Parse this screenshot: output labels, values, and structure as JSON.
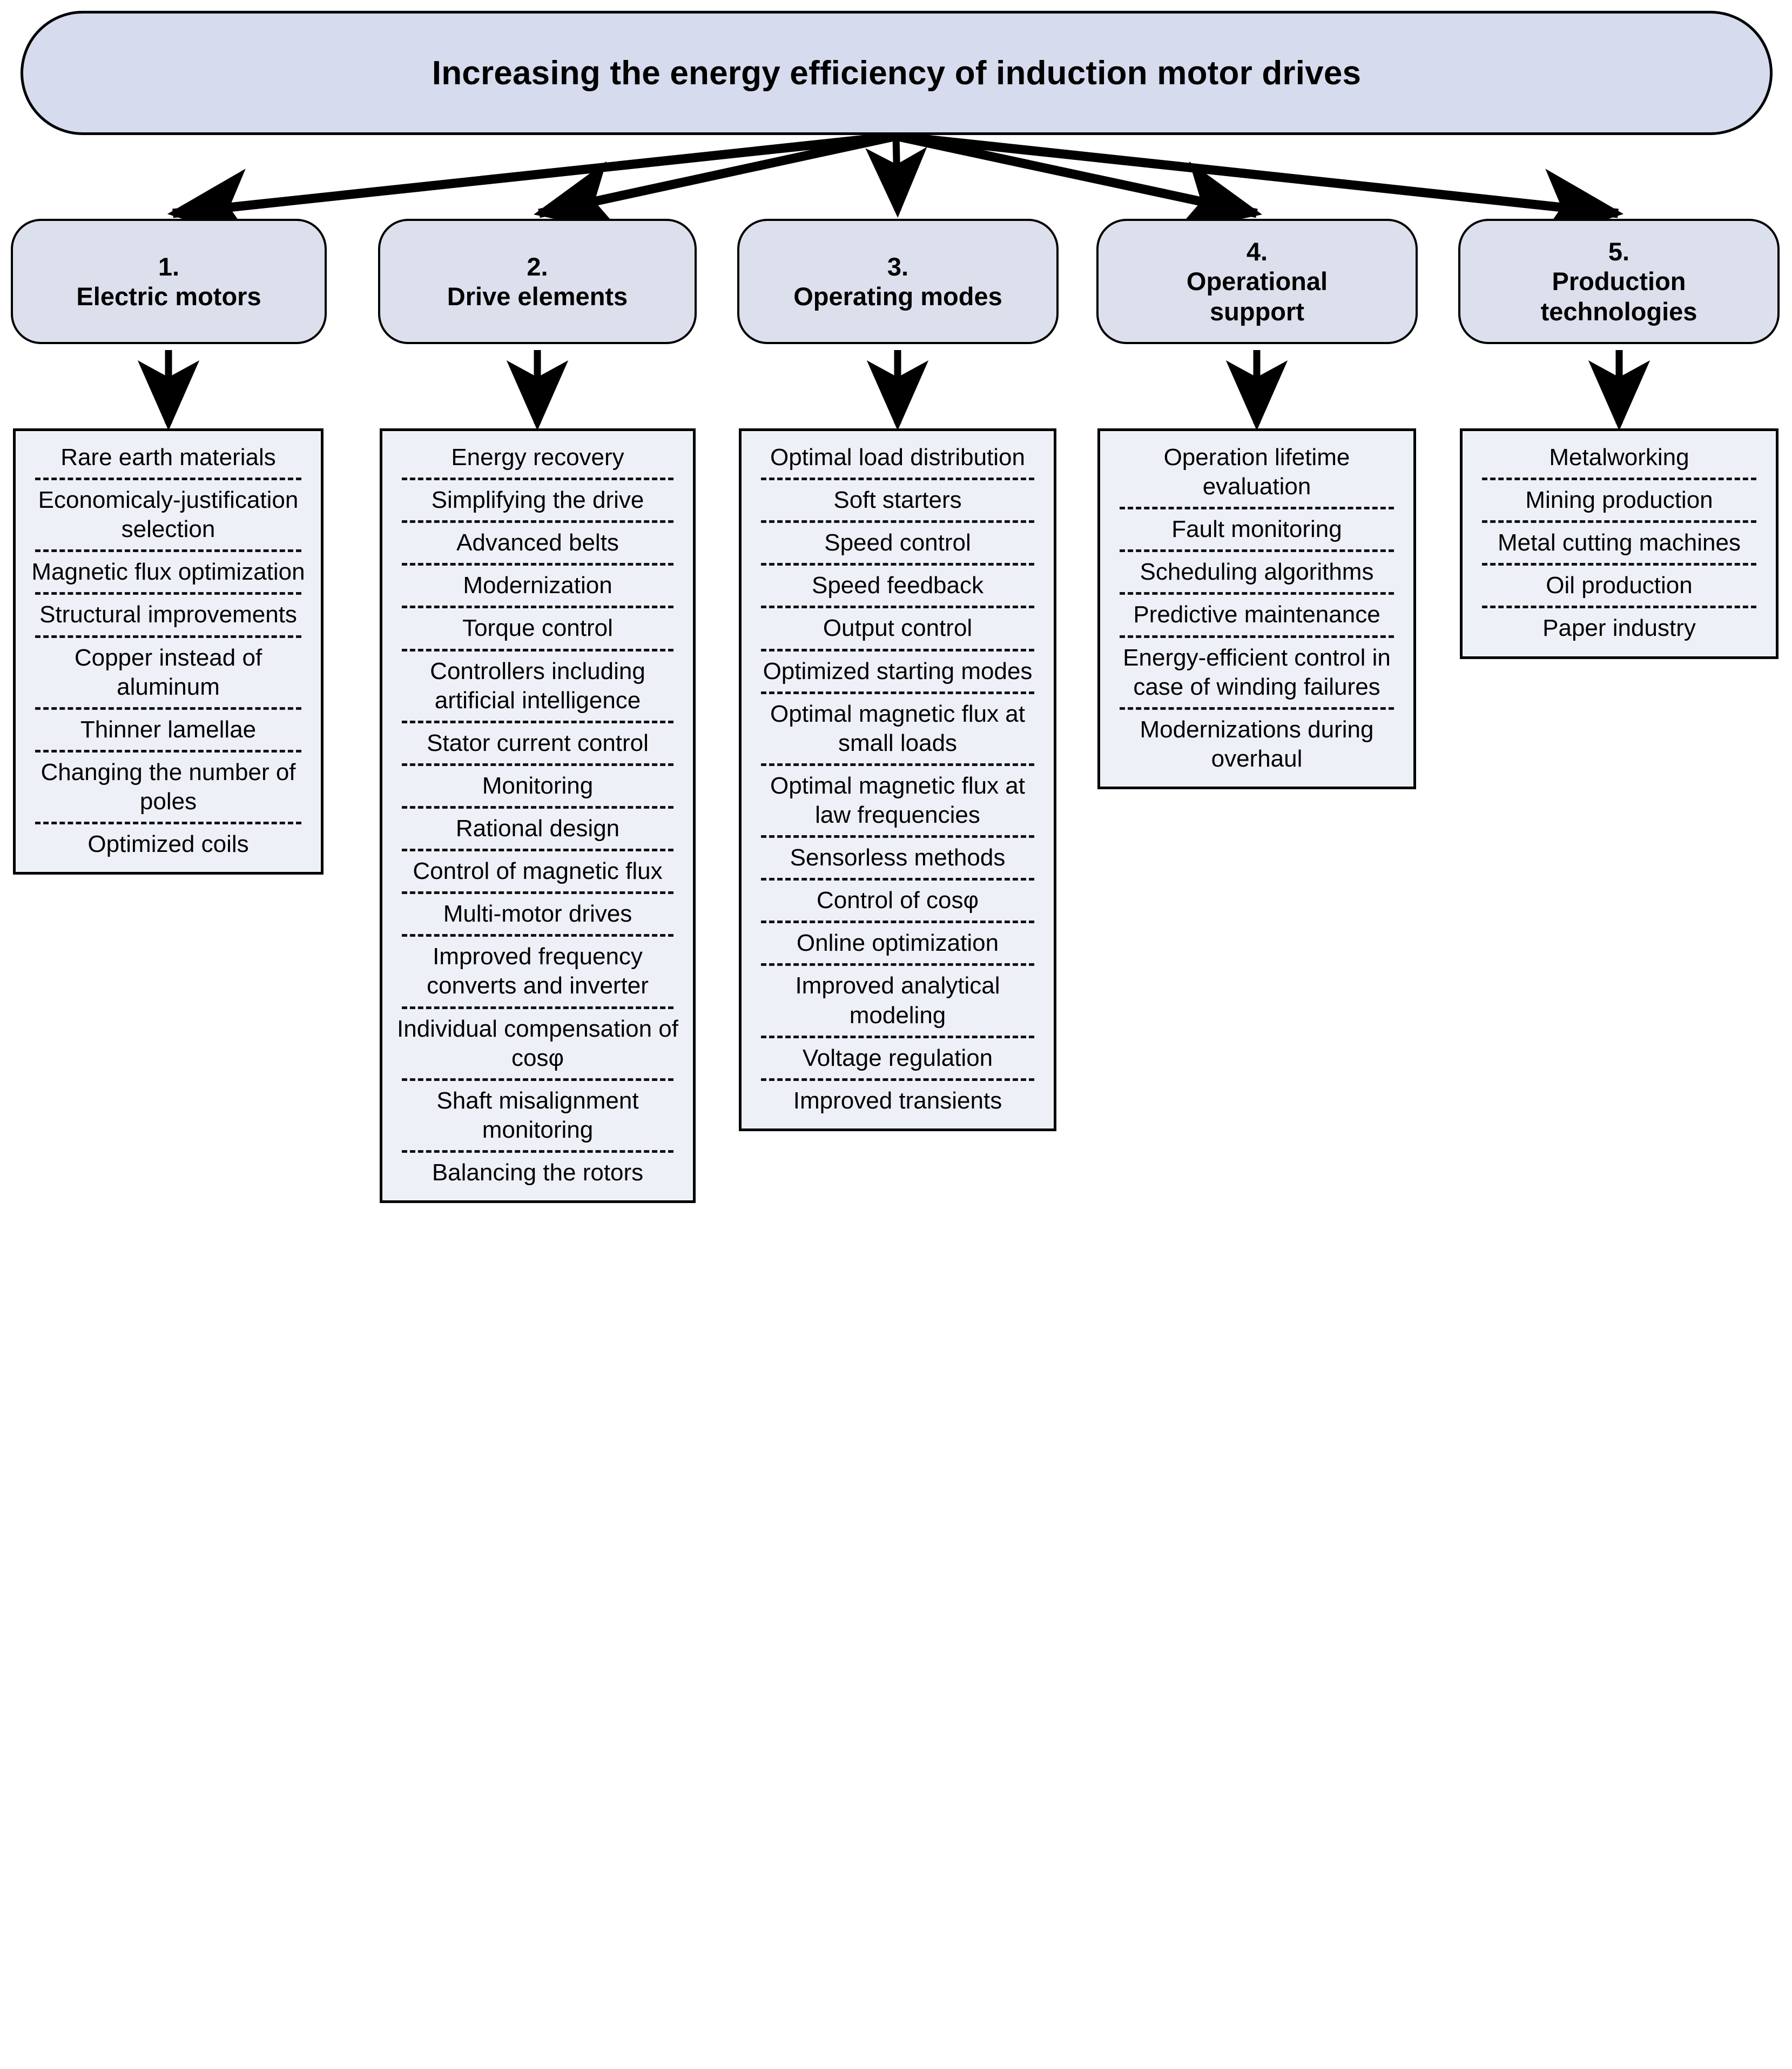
{
  "root": {
    "title": "Increasing the energy efficiency of induction motor drives"
  },
  "categories": [
    {
      "number": "1.",
      "label": "Electric motors",
      "items": [
        "Rare earth materials",
        "Economicaly-justification selection",
        "Magnetic flux optimization",
        "Structural improvements",
        "Copper instead of aluminum",
        "Thinner lamellae",
        "Changing the number of poles",
        "Optimized coils"
      ]
    },
    {
      "number": "2.",
      "label": "Drive elements",
      "items": [
        "Energy recovery",
        "Simplifying the drive",
        "Advanced belts",
        "Modernization",
        "Torque control",
        "Controllers including artificial intelligence",
        "Stator current control",
        "Monitoring",
        "Rational design",
        "Control of magnetic flux",
        "Multi-motor drives",
        "Improved frequency converts and inverter",
        "Individual compensation of cosφ",
        "Shaft misalignment monitoring",
        "Balancing the rotors"
      ]
    },
    {
      "number": "3.",
      "label": "Operating modes",
      "items": [
        "Optimal load distribution",
        "Soft starters",
        "Speed control",
        "Speed feedback",
        "Output control",
        "Optimized starting modes",
        "Optimal magnetic flux at small loads",
        "Optimal magnetic flux at law frequencies",
        "Sensorless methods",
        "Control of cosφ",
        "Online optimization",
        "Improved analytical modeling",
        "Voltage regulation",
        "Improved transients"
      ]
    },
    {
      "number": "4.",
      "label": "Operational\nsupport",
      "items": [
        "Operation lifetime evaluation",
        "Fault monitoring",
        "Scheduling algorithms",
        "Predictive maintenance",
        "Energy-efficient control in case of winding failures",
        "Modernizations during overhaul"
      ]
    },
    {
      "number": "5.",
      "label": "Production\ntechnologies",
      "items": [
        "Metalworking",
        "Mining production",
        "Metal cutting machines",
        "Oil production",
        "Paper industry"
      ]
    }
  ],
  "colors": {
    "root_fill": "#d6dced",
    "header_fill": "#dce0ec",
    "list_fill": "#edf1f7",
    "stroke": "#000000",
    "background": "#ffffff"
  }
}
